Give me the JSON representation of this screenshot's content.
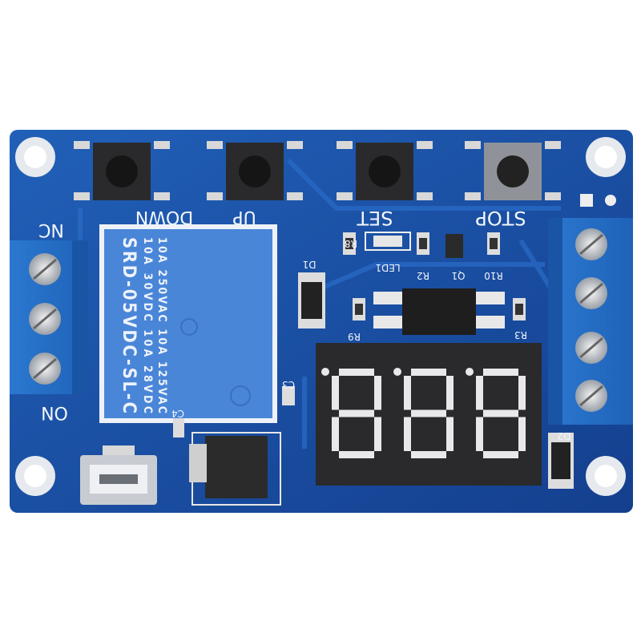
{
  "board": {
    "pcb_color": "#1a4fa6",
    "terminal_color": "#2e7fd6",
    "relay_color": "#4a86d8",
    "buttons": [
      {
        "label": "DOWN"
      },
      {
        "label": "UP"
      },
      {
        "label": "SET"
      },
      {
        "label": "STOP"
      }
    ],
    "terminal_labels": {
      "nc": "NC",
      "no": "ON"
    },
    "relay": {
      "line1": "10A 250VAC  10A 125VAC",
      "line2": "10A 30VDC  10A 28VDC",
      "model": "SRD-05VDC-SL-C"
    },
    "component_labels": [
      "R8",
      "LED1",
      "R2",
      "Q1",
      "R10",
      "D1",
      "R9",
      "R3",
      "C3",
      "C4",
      "D2"
    ],
    "display": {
      "digits": "888",
      "segment_color": "#e8e8ea"
    }
  }
}
